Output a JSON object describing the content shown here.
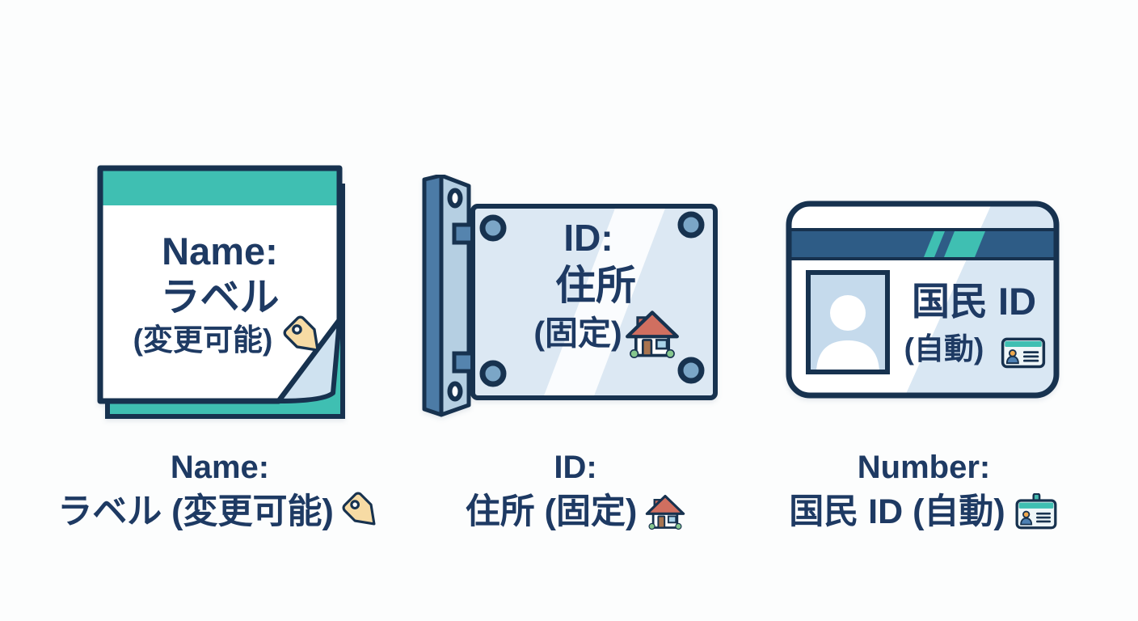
{
  "colors": {
    "background": "#fcfdfd",
    "teal_accent": "#3fbfb2",
    "navy_outline": "#17324f",
    "navy_text": "#1e3a63",
    "card_band_blue": "#2e5c86",
    "plate_light_blue": "#dce8f3",
    "steel_blue": "#5584ae",
    "fold_light_blue": "#cfe2f0",
    "tag_cream": "#f7dba4",
    "photo_blue": "#c5daec"
  },
  "panels": {
    "sticky_note": {
      "lines": [
        "Name:",
        "ラベル",
        "(変更可能)"
      ],
      "icon": "tag-icon"
    },
    "sign_plate": {
      "lines": [
        "ID:",
        "住所",
        "(固定)"
      ],
      "icon": "house-icon"
    },
    "id_card": {
      "lines": [
        "国民 ID",
        "(自動)"
      ],
      "icon": "id-card-icon"
    }
  },
  "captions": {
    "sticky_note": {
      "line1": "Name:",
      "line2": "ラベル (変更可能)",
      "icon": "tag-icon"
    },
    "sign_plate": {
      "line1": "ID:",
      "line2": "住所 (固定)",
      "icon": "house-icon"
    },
    "id_card": {
      "line1": "Number:",
      "line2": "国民 ID (自動)",
      "icon": "id-badge-icon"
    }
  }
}
